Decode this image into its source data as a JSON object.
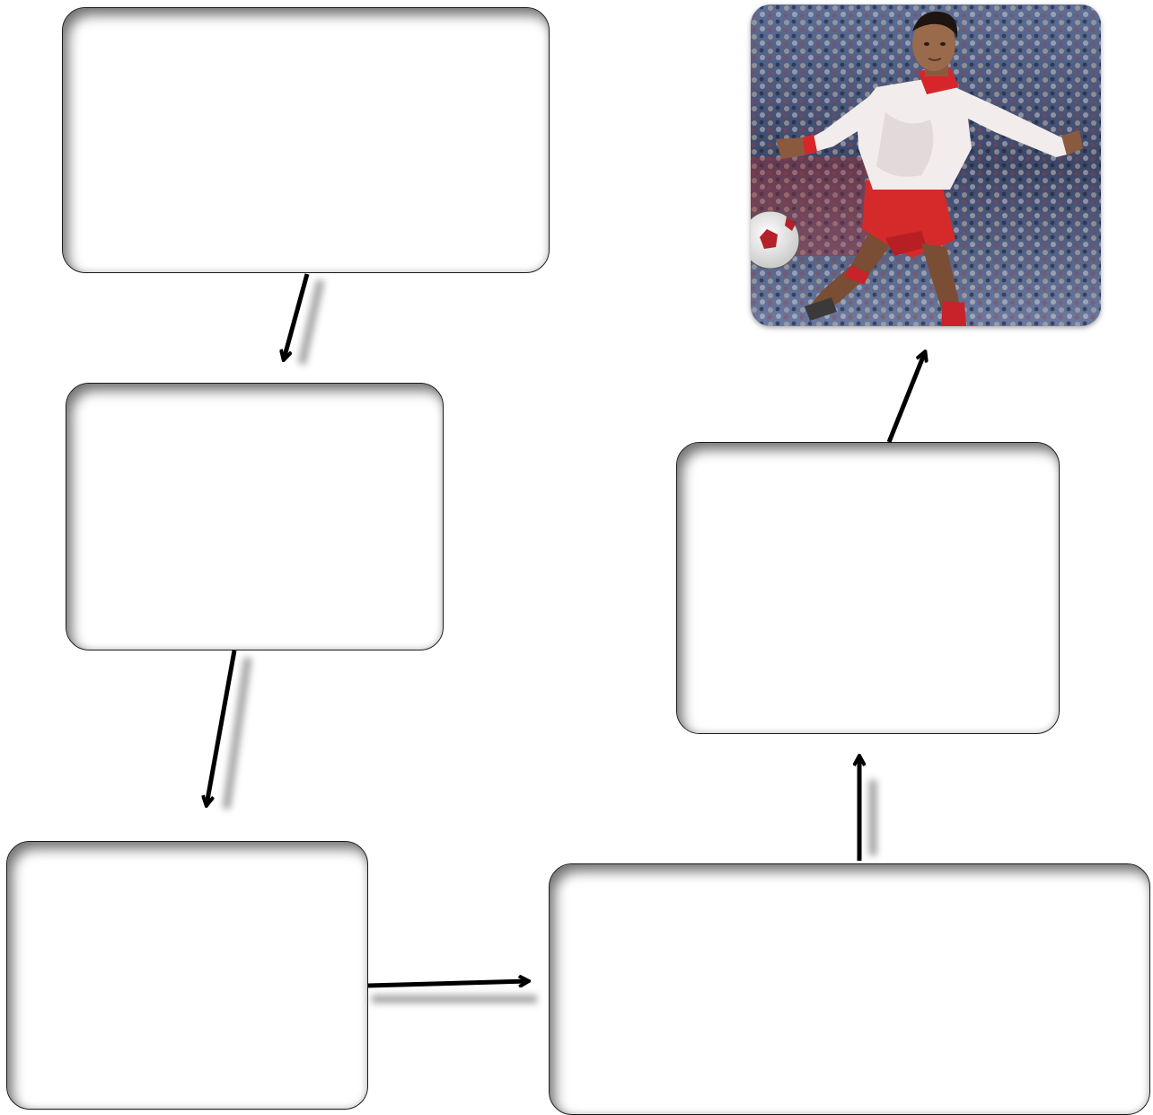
{
  "diagram": {
    "boxes": [
      {
        "id": "box-1",
        "label": ""
      },
      {
        "id": "box-2",
        "label": ""
      },
      {
        "id": "box-3",
        "label": ""
      },
      {
        "id": "box-4",
        "label": ""
      },
      {
        "id": "box-5",
        "label": ""
      }
    ],
    "image": {
      "subject": "soccer-player-kicking-ball",
      "colors": {
        "jersey": "#f2ecec",
        "trim": "#d6262a",
        "shorts": "#d42a2a",
        "crowd_dark": "#2a3350",
        "crowd_light": "#8fa3c6"
      }
    },
    "flow": [
      {
        "from": "box-1",
        "to": "box-2"
      },
      {
        "from": "box-2",
        "to": "box-3"
      },
      {
        "from": "box-3",
        "to": "box-4"
      },
      {
        "from": "box-4",
        "to": "box-5"
      },
      {
        "from": "box-5",
        "to": "image"
      }
    ],
    "arrow_color": "#000000",
    "shadow_color": "#9a9a9a"
  }
}
